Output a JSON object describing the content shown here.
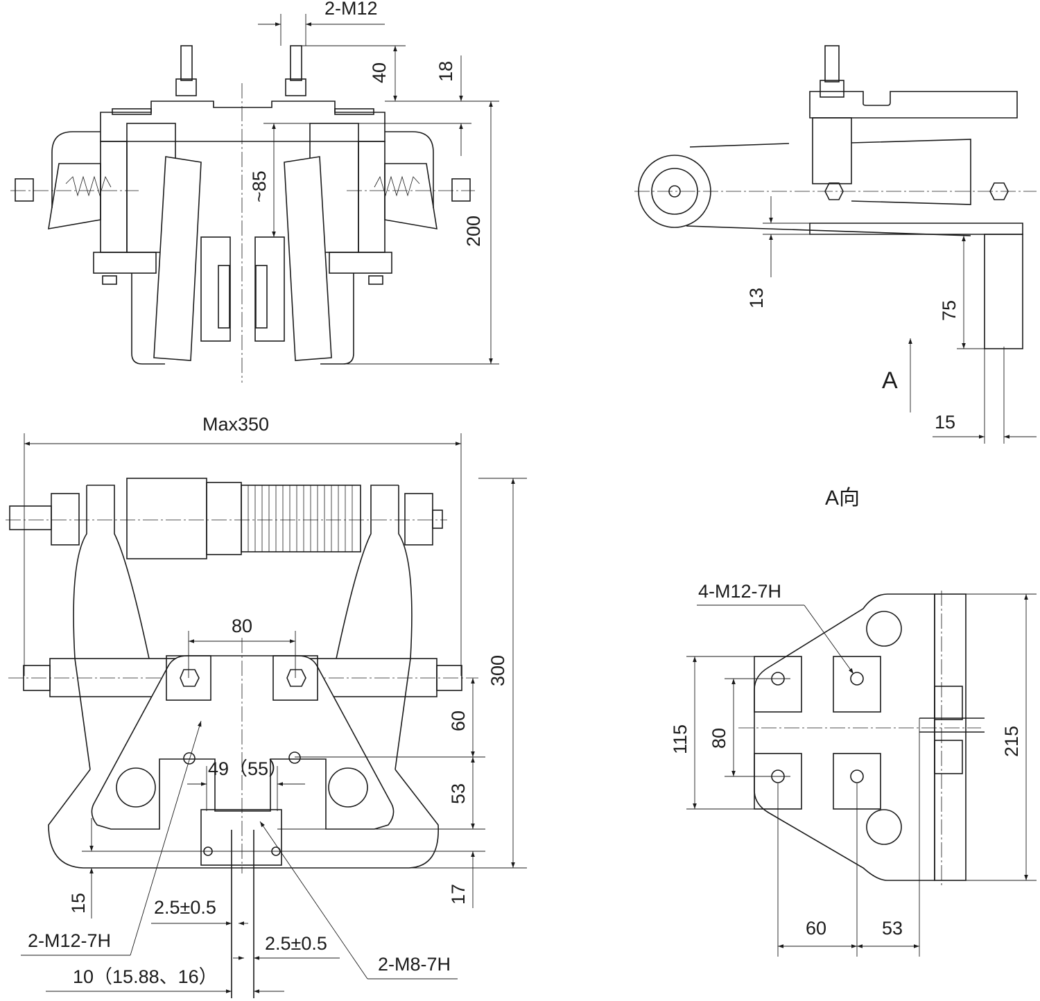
{
  "drawing": {
    "views": {
      "front": "front-view",
      "side": "side-view",
      "top": "top-view",
      "a_view": "a-direction-view"
    },
    "front_view": {
      "thread_label": "2-M12",
      "dim_40": "40",
      "dim_18": "18",
      "dim_85": "~85",
      "dim_200": "200"
    },
    "side_view": {
      "dim_13": "13",
      "dim_75": "75",
      "dim_15": "15",
      "arrow_label": "A"
    },
    "top_view": {
      "dim_max350": "Max350",
      "dim_300": "300",
      "dim_80": "80",
      "dim_60": "60",
      "dim_53": "53",
      "dim_49_55": "49（55）",
      "dim_15": "15",
      "dim_17": "17",
      "gap_1": "2.5±0.5",
      "gap_2": "2.5±0.5",
      "thread_m12": "2-M12-7H",
      "thread_m8": "2-M8-7H",
      "rail_width": "10（15.88、16）"
    },
    "a_view": {
      "title": "A向",
      "thread_label": "4-M12-7H",
      "dim_115": "115",
      "dim_80": "80",
      "dim_215": "215",
      "dim_60": "60",
      "dim_53": "53"
    }
  }
}
